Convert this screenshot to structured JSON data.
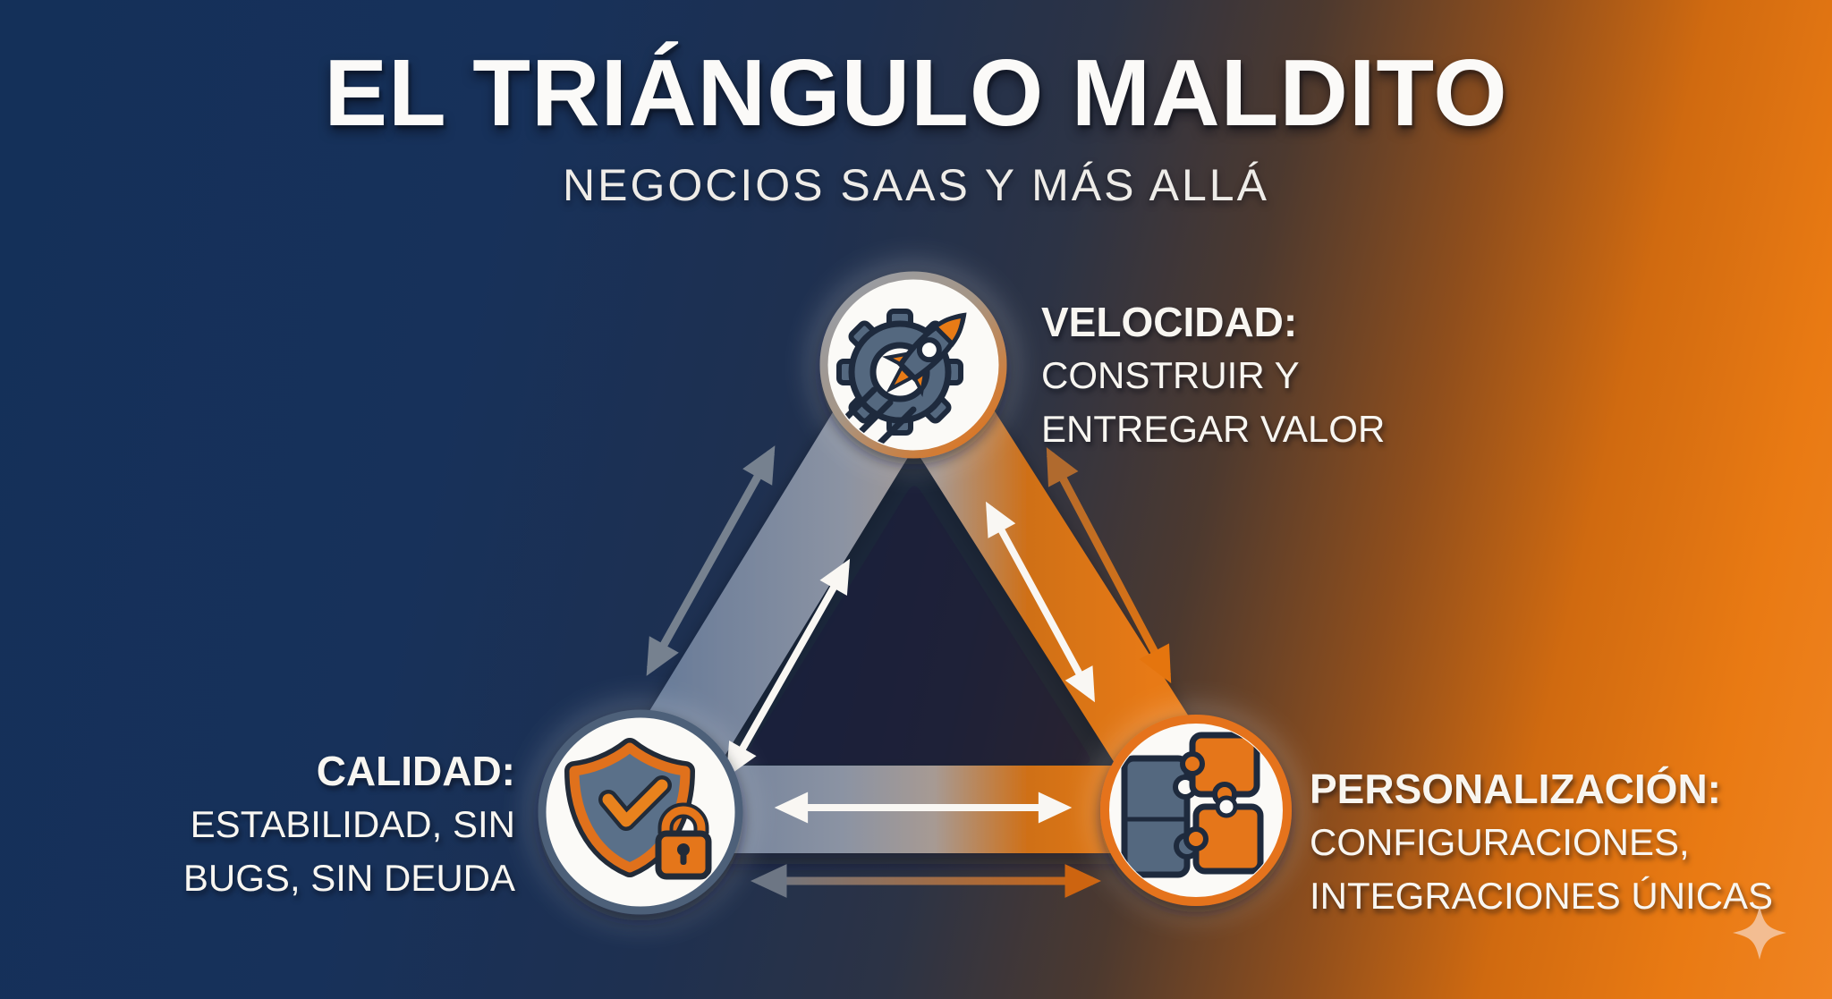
{
  "title": "EL TRIÁNGULO MALDITO",
  "subtitle": "NEGOCIOS SAAS Y MÁS ALLÁ",
  "nodes": {
    "velocidad": {
      "label": "VELOCIDAD:",
      "desc_line1": "CONSTRUIR Y",
      "desc_line2": "ENTREGAR VALOR",
      "icon": "gear-rocket-icon",
      "position": "top"
    },
    "calidad": {
      "label": "CALIDAD:",
      "desc_line1": "ESTABILIDAD, SIN",
      "desc_line2": "BUGS, SIN DEUDA",
      "icon": "shield-check-lock-icon",
      "position": "bottom-left"
    },
    "personalizacion": {
      "label": "PERSONALIZACIÓN:",
      "desc_line1": "CONFIGURACIONES,",
      "desc_line2": "INTEGRACIONES ÚNICAS",
      "icon": "puzzle-pieces-icon",
      "position": "bottom-right"
    }
  },
  "relationships": [
    {
      "between": [
        "velocidad",
        "calidad"
      ],
      "bidirectional": true
    },
    {
      "between": [
        "velocidad",
        "personalizacion"
      ],
      "bidirectional": true
    },
    {
      "between": [
        "calidad",
        "personalizacion"
      ],
      "bidirectional": true
    }
  ],
  "decor": {
    "sparkle": "sparkle-icon"
  },
  "colors": {
    "navy_bg": "#143059",
    "orange_bg": "#ee7e17",
    "band_slate": "#5b7294",
    "band_orange": "#e87a12",
    "icon_slate": "#54687f",
    "icon_orange": "#e5761a",
    "icon_outline": "#1e2a3d",
    "arrow_white": "#f9f7f3",
    "arrow_gray": "#76818f",
    "text_white": "#f8f6f1"
  }
}
